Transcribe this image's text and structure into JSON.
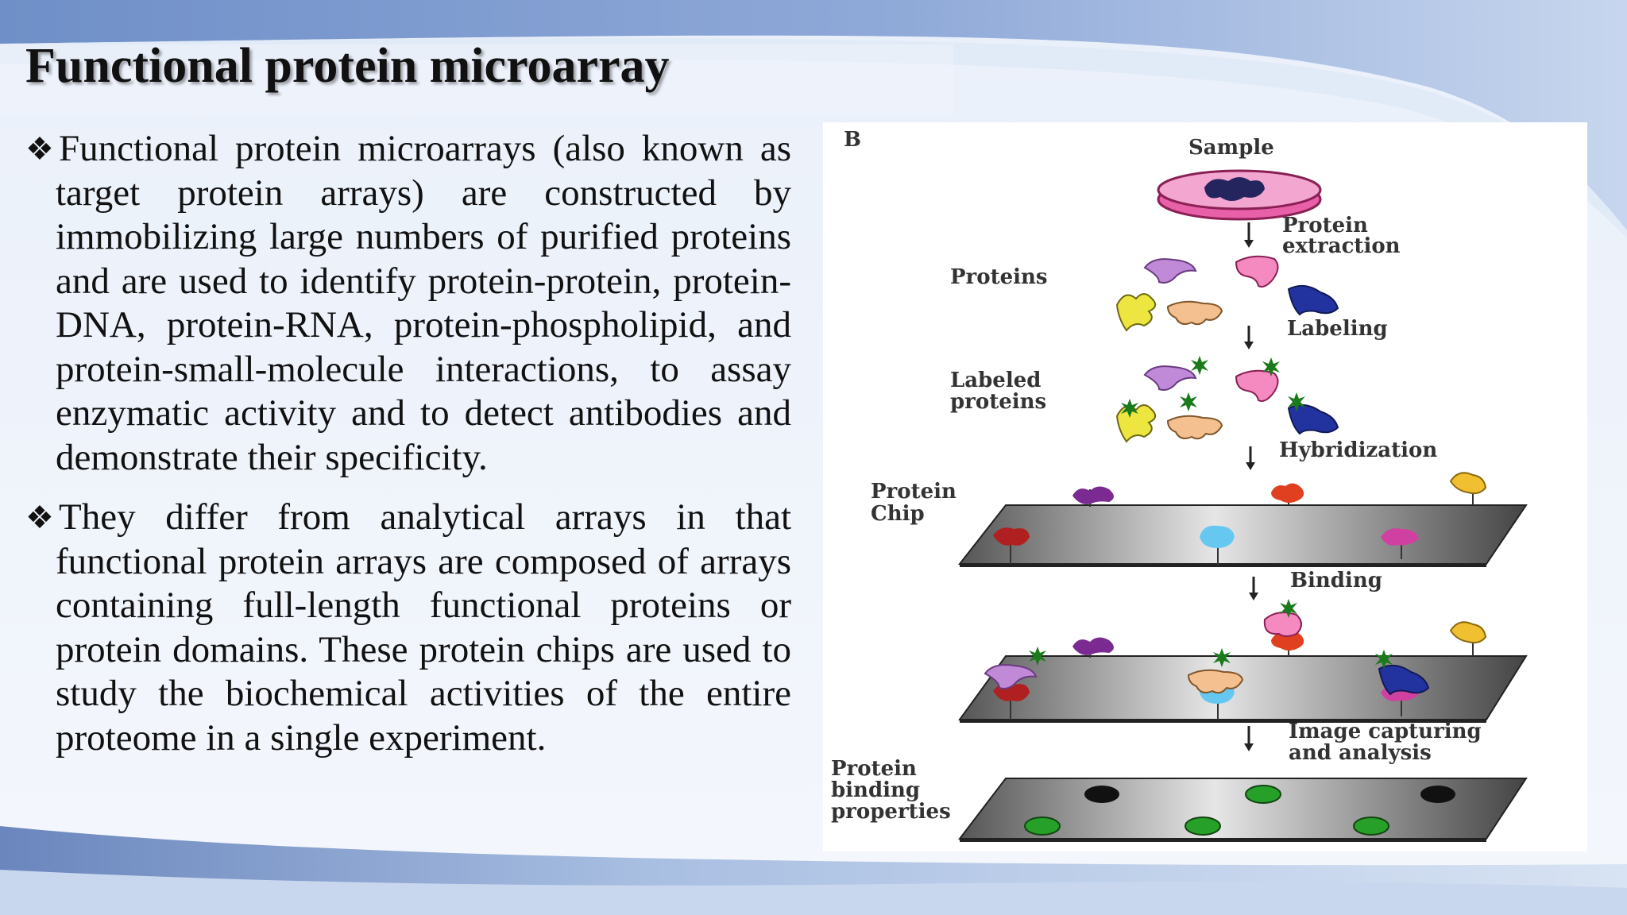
{
  "slide": {
    "title": "Functional protein microarray",
    "bullet_symbol": "❖",
    "paragraphs": [
      "Functional protein microarrays (also known as target protein arrays) are constructed by immobilizing large numbers of purified proteins and are used to identify protein-protein, protein-DNA, protein-RNA, protein-phospholipid, and protein-small-molecule interactions, to assay enzymatic activity and to detect antibodies and demonstrate their specificity.",
      "They differ from analytical arrays in that functional protein arrays are composed of arrays containing full-length functional proteins or protein domains. These protein chips are used to study the biochemical activities of the entire proteome in a single experiment."
    ]
  },
  "figure": {
    "panel_letter": "B",
    "labels": {
      "sample": "Sample",
      "protein_extraction_1": "Protein",
      "protein_extraction_2": "extraction",
      "proteins": "Proteins",
      "labeling": "Labeling",
      "labeled_proteins_1": "Labeled",
      "labeled_proteins_2": "proteins",
      "hybridization": "Hybridization",
      "protein_chip_1": "Protein",
      "protein_chip_2": "Chip",
      "binding": "Binding",
      "image_capturing_1": "Image capturing",
      "image_capturing_2": "and analysis",
      "binding_properties_1": "Protein",
      "binding_properties_2": "binding",
      "binding_properties_3": "properties"
    },
    "colors": {
      "violet": "#c08ad8",
      "pink": "#f58ac0",
      "navy": "#2233a0",
      "yellow": "#eee640",
      "peach": "#f5c090",
      "purple": "#7a2a90",
      "orange_red": "#e04020",
      "gold": "#f0c030",
      "dark_red": "#b02020",
      "sky": "#66c8f0",
      "magenta": "#d040a0",
      "dish_pink": "#e860a8",
      "tag_green": "#1b7a1b",
      "spot_green": "#27a02a"
    }
  }
}
